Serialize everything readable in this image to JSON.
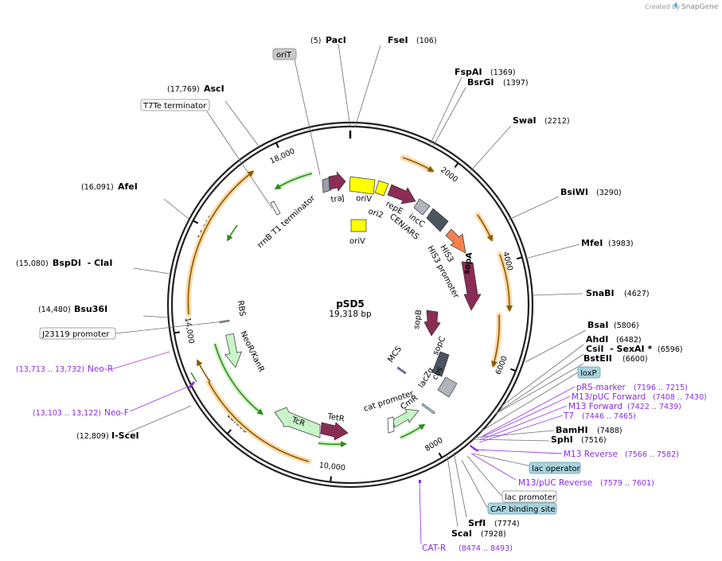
{
  "brand": {
    "text": "Created by",
    "name": "SnapGene"
  },
  "map": {
    "name": "pSD5",
    "size": "19,318 bp"
  },
  "ticks": [
    "2000",
    "4000",
    "6000",
    "8000",
    "10,000",
    "12,000",
    "14,000",
    "16,000",
    "18,000"
  ],
  "enzymes": [
    {
      "name": "PacI",
      "pos": "(5)"
    },
    {
      "name": "FseI",
      "pos": "(106)"
    },
    {
      "name": "FspAI",
      "pos": "(1369)"
    },
    {
      "name": "BsrGI",
      "pos": "(1397)"
    },
    {
      "name": "SwaI",
      "pos": "(2212)"
    },
    {
      "name": "BsiWI",
      "pos": "(3290)"
    },
    {
      "name": "MfeI",
      "pos": "(3983)"
    },
    {
      "name": "SnaBI",
      "pos": "(4627)"
    },
    {
      "name": "BsaI",
      "pos": "(5806)"
    },
    {
      "name": "AhdI",
      "pos": "(6482)"
    },
    {
      "name": "CsiI  - SexAI *",
      "pos": "(6596)"
    },
    {
      "name": "BstEII",
      "pos": "(6600)"
    },
    {
      "name": "BamHI",
      "pos": "(7488)"
    },
    {
      "name": "SphI",
      "pos": "(7516)"
    },
    {
      "name": "SrfI",
      "pos": "(7774)"
    },
    {
      "name": "ScaI",
      "pos": "(7928)"
    },
    {
      "name": "I-SceI",
      "pos": "(12,809)"
    },
    {
      "name": "Bsu36I",
      "pos": "(14,480)"
    },
    {
      "name": "BspDI  - ClaI",
      "pos": "(15,080)"
    },
    {
      "name": "AfeI",
      "pos": "(16,091)"
    },
    {
      "name": "AscI",
      "pos": "(17,769)"
    }
  ],
  "primers": [
    {
      "name": "pRS-marker",
      "pos": "(7196 .. 7215)"
    },
    {
      "name": "M13/pUC Forward",
      "pos": "(7408 .. 7430)"
    },
    {
      "name": "M13 Forward",
      "pos": "(7422 .. 7439)"
    },
    {
      "name": "T7",
      "pos": "(7446 .. 7465)"
    },
    {
      "name": "M13 Reverse",
      "pos": "(7566 .. 7582)"
    },
    {
      "name": "M13/pUC Reverse",
      "pos": "(7579 .. 7601)"
    },
    {
      "name": "CAT-R",
      "pos": "(8474 .. 8493)"
    },
    {
      "name": "Neo-F",
      "pos": "(13,103 .. 13,122)"
    },
    {
      "name": "Neo-R",
      "pos": "(13,713 .. 13,732)"
    }
  ],
  "boxed": [
    {
      "name": "oriT"
    },
    {
      "name": "T7Te terminator"
    },
    {
      "name": "J23119 promoter"
    },
    {
      "name": "loxP"
    },
    {
      "name": "lac operator"
    },
    {
      "name": "lac promoter"
    },
    {
      "name": "CAP binding site"
    }
  ],
  "features": [
    "traJ",
    "oriV",
    "ori2",
    "repE",
    "incC",
    "CEN/ARS",
    "HIS3",
    "HIS3 promoter",
    "sopA",
    "sopB",
    "sopC",
    "cos",
    "lacZα",
    "MCS",
    "CmR",
    "cat promoter",
    "TetR",
    "TcR",
    "NeoR/KanR",
    "RBS",
    "rrnB T1 terminator",
    "oriV"
  ],
  "colors": {
    "maroon": "#8b2c55",
    "yellow": "#ffff00",
    "slate": "#4a5560",
    "gray": "#b0b4bc",
    "orange": "#f5814e",
    "light_green": "#c8f5c8",
    "primer": "#8b2be2",
    "box_blue": "#a8d4e0",
    "box_gray": "#c8c8c8"
  }
}
